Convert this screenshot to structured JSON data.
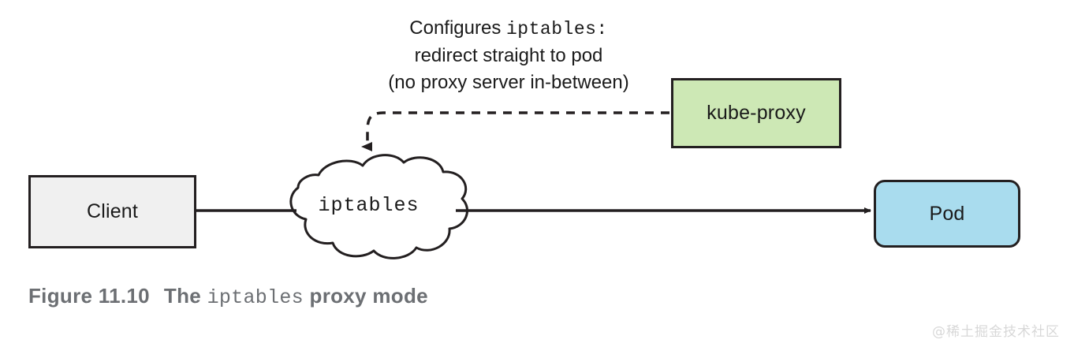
{
  "figure": {
    "caption_prefix": "Figure 11.10",
    "caption_the": "The",
    "caption_mono": "iptables",
    "caption_suffix": "proxy mode"
  },
  "annotation": {
    "line1_a": "Configures ",
    "line1_mono": "iptables:",
    "line2": "redirect straight to pod",
    "line3": "(no proxy server in-between)"
  },
  "nodes": {
    "client": "Client",
    "cloud": "iptables",
    "kube_proxy": "kube-proxy",
    "pod": "Pod"
  },
  "watermark": "@稀土掘金技术社区",
  "colors": {
    "client_fill": "#f0f0f0",
    "kube_proxy_fill": "#cde8b5",
    "pod_fill": "#a9dcee",
    "stroke": "#231f20",
    "caption_text": "#6c6f73",
    "watermark_text": "#d8d8d8"
  }
}
